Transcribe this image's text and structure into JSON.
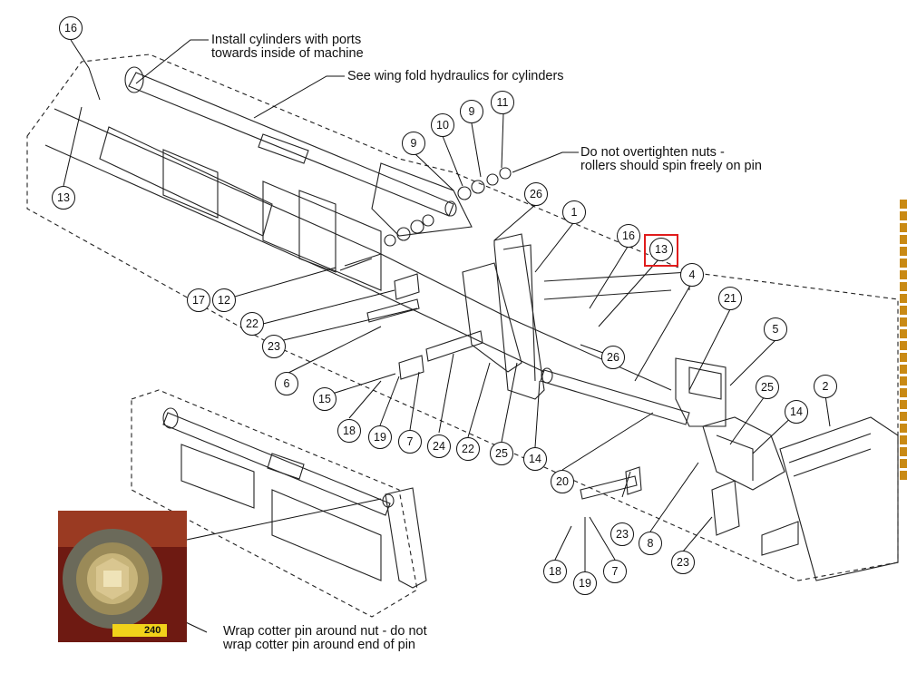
{
  "notes": {
    "ports": [
      "Install cylinders with ports",
      "towards inside of machine"
    ],
    "wing_fold": "See wing fold hydraulics for cylinders",
    "nuts": [
      "Do not overtighten nuts -",
      "rollers should spin freely on pin"
    ],
    "cotter": [
      "Wrap cotter pin around nut - do not",
      "wrap cotter pin around end of pin"
    ]
  },
  "balloons": [
    {
      "id": "b16a",
      "label": "16"
    },
    {
      "id": "b13a",
      "label": "13"
    },
    {
      "id": "b10",
      "label": "10"
    },
    {
      "id": "b9a",
      "label": "9"
    },
    {
      "id": "b11",
      "label": "11"
    },
    {
      "id": "b9b",
      "label": "9"
    },
    {
      "id": "b26a",
      "label": "26"
    },
    {
      "id": "b1",
      "label": "1"
    },
    {
      "id": "b16b",
      "label": "16"
    },
    {
      "id": "b13b",
      "label": "13"
    },
    {
      "id": "b4",
      "label": "4"
    },
    {
      "id": "b21",
      "label": "21"
    },
    {
      "id": "b5",
      "label": "5"
    },
    {
      "id": "b17",
      "label": "17"
    },
    {
      "id": "b12",
      "label": "12"
    },
    {
      "id": "b22a",
      "label": "22"
    },
    {
      "id": "b23a",
      "label": "23"
    },
    {
      "id": "b6",
      "label": "6"
    },
    {
      "id": "b15",
      "label": "15"
    },
    {
      "id": "b26b",
      "label": "26"
    },
    {
      "id": "b25a",
      "label": "25"
    },
    {
      "id": "b14a",
      "label": "14"
    },
    {
      "id": "b2",
      "label": "2"
    },
    {
      "id": "b18a",
      "label": "18"
    },
    {
      "id": "b19a",
      "label": "19"
    },
    {
      "id": "b7a",
      "label": "7"
    },
    {
      "id": "b24",
      "label": "24"
    },
    {
      "id": "b22b",
      "label": "22"
    },
    {
      "id": "b25b",
      "label": "25"
    },
    {
      "id": "b14b",
      "label": "14"
    },
    {
      "id": "b20",
      "label": "20"
    },
    {
      "id": "b23b",
      "label": "23"
    },
    {
      "id": "b8",
      "label": "8"
    },
    {
      "id": "b23c",
      "label": "23"
    },
    {
      "id": "b18b",
      "label": "18"
    },
    {
      "id": "b19b",
      "label": "19"
    },
    {
      "id": "b7b",
      "label": "7"
    }
  ],
  "photo": {
    "tag_text": "240"
  },
  "colors": {
    "line": "#111111",
    "highlight": "#e01c1c",
    "photo_red": "#8b1212"
  }
}
